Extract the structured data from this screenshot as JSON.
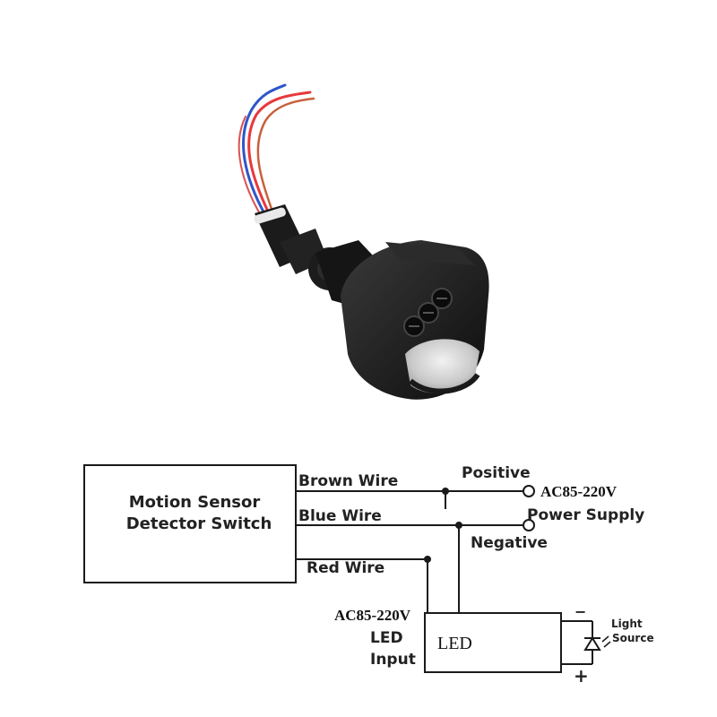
{
  "sensor_module": {
    "line1": "Motion Sensor",
    "line2": "Detector Switch"
  },
  "wires": {
    "brown": "Brown Wire",
    "blue": "Blue Wire",
    "red": "Red Wire"
  },
  "power": {
    "positive": "Positive",
    "negative": "Negative",
    "voltage": "AC85-220V",
    "supply": "Power Supply"
  },
  "led_input": {
    "voltage": "AC85-220V",
    "line1": "LED",
    "line2": "Input"
  },
  "led_driver": {
    "label": "LED"
  },
  "light_source": {
    "line1": "Light",
    "line2": "Source",
    "minus": "−",
    "plus": "+"
  }
}
